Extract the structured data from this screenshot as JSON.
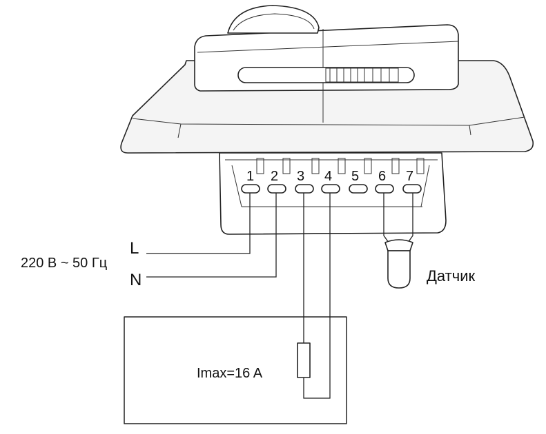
{
  "supply": {
    "voltage_label": "220 В ~ 50 Гц",
    "line_label": "L",
    "neutral_label": "N"
  },
  "sensor": {
    "label": "Датчик"
  },
  "load": {
    "label": "Imax=16 A"
  },
  "terminals": [
    "1",
    "2",
    "3",
    "4",
    "5",
    "6",
    "7"
  ],
  "colors": {
    "stroke": "#222222",
    "background": "#ffffff",
    "device_fill": "#f4f4f4"
  }
}
